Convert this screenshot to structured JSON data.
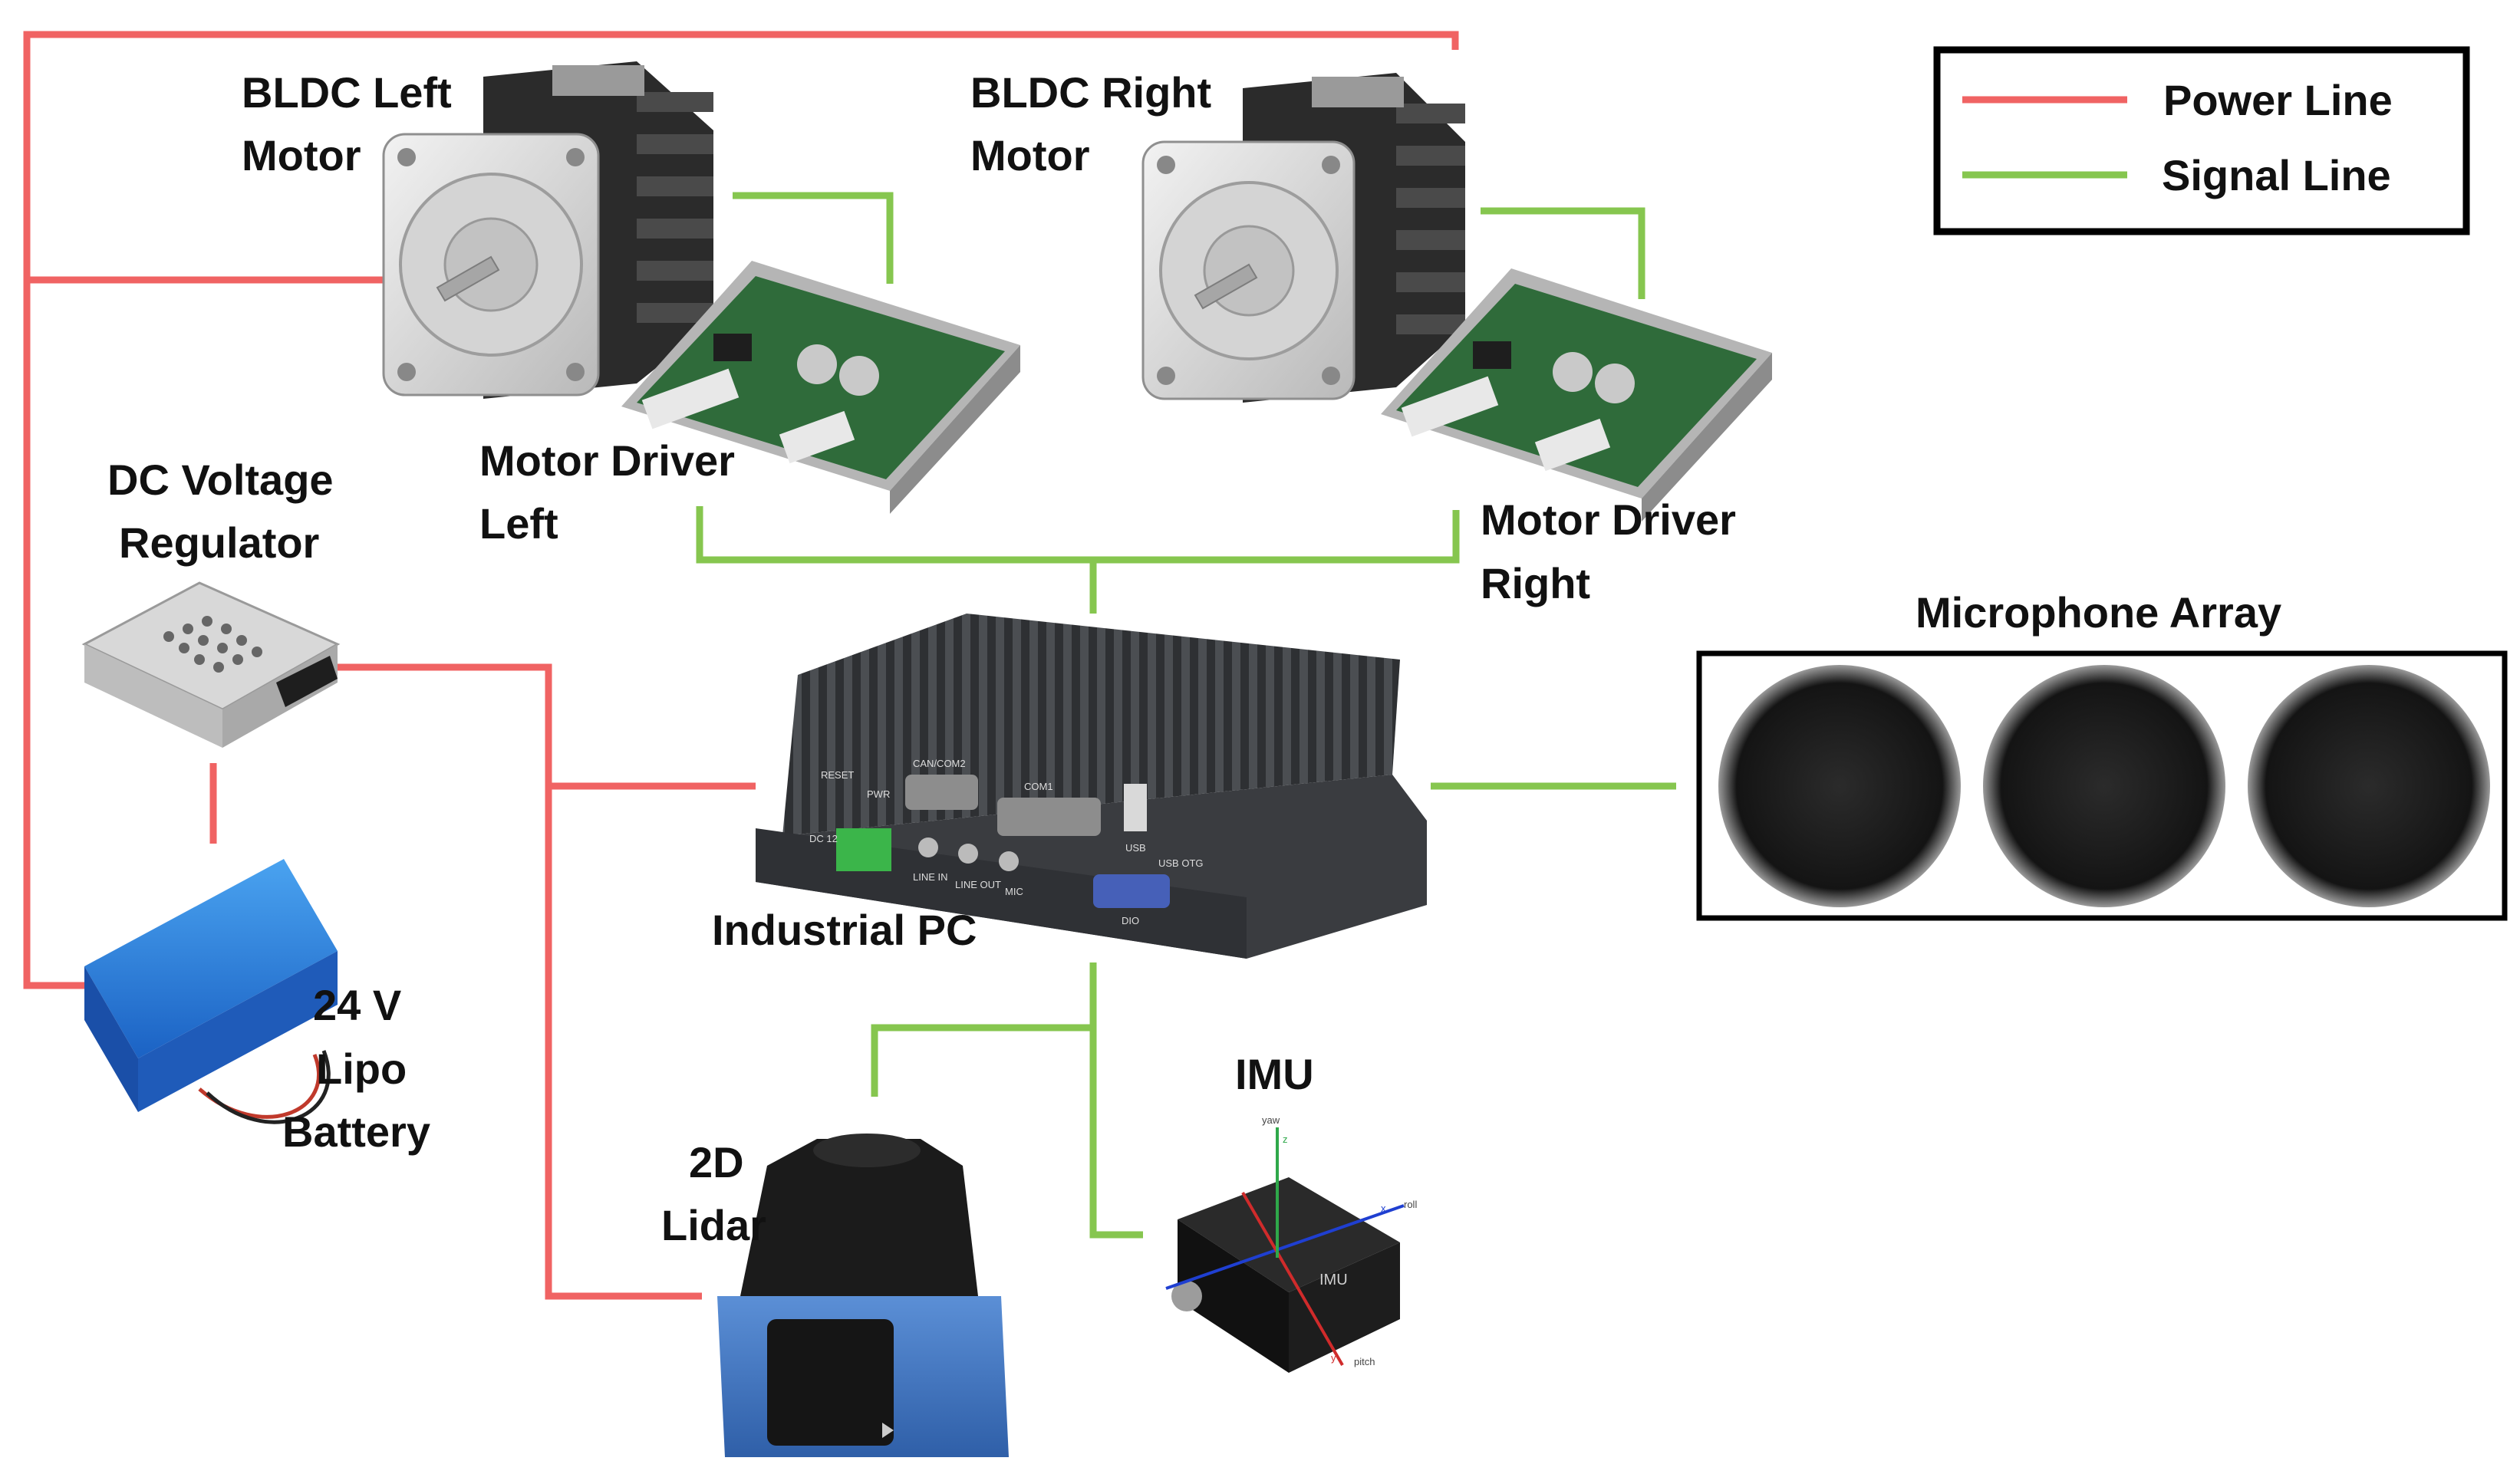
{
  "colors": {
    "power_line": "#f06363",
    "signal_line": "#86c64f",
    "frame": "#000000",
    "text": "#111111"
  },
  "legend": {
    "power": "Power Line",
    "signal": "Signal Line"
  },
  "components": {
    "bldc_left": [
      "BLDC Left",
      "Motor"
    ],
    "bldc_right": [
      "BLDC Right",
      "Motor"
    ],
    "driver_left": [
      "Motor Driver",
      "Left"
    ],
    "driver_right": [
      "Motor Driver",
      "Right"
    ],
    "regulator": [
      "DC Voltage",
      "Regulator"
    ],
    "battery": [
      "24 V",
      "Lipo",
      "Battery"
    ],
    "pc": "Industrial PC",
    "microphone": "Microphone Array",
    "lidar": [
      "2D",
      "Lidar"
    ],
    "imu": "IMU"
  },
  "pc_panel": {
    "reset": "RESET",
    "pwr": "PWR",
    "can": "CAN/COM2",
    "com1": "COM1",
    "dc": "DC 12",
    "line_in": "LINE IN",
    "line_out": "LINE OUT",
    "mic": "MIC",
    "usb": "USB",
    "usb_otg": "USB OTG",
    "dio": "DIO"
  },
  "imu_axes": {
    "body": "IMU",
    "yaw": "yaw",
    "roll": "roll",
    "pitch": "pitch",
    "x": "x",
    "y": "y",
    "z": "z"
  }
}
